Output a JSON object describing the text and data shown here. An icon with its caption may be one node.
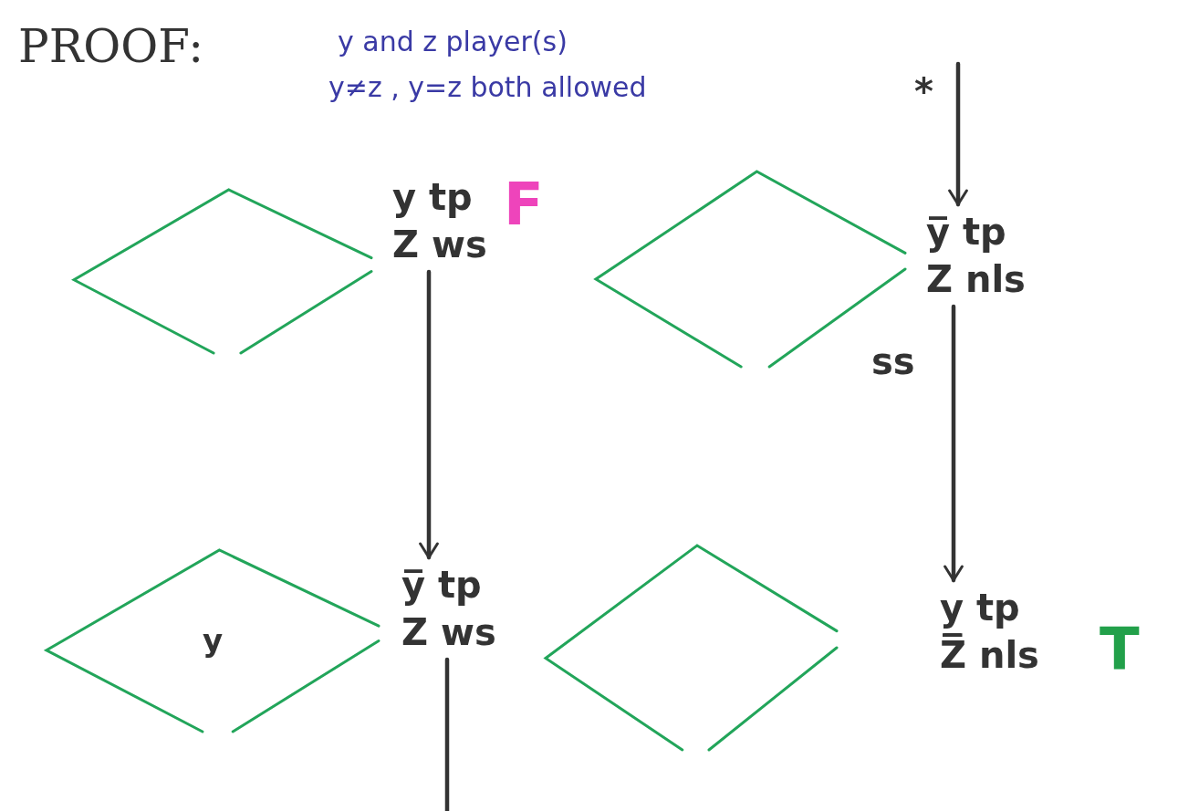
{
  "diagram": {
    "title": "PROOF:",
    "nodes": [
      {
        "text": [],
        "shape": "diamond"
      },
      {
        "text": [
          "y tp",
          "Z ws"
        ],
        "beside": [
          "F"
        ]
      },
      {
        "text": [],
        "shape": "diamond"
      },
      {
        "text": [
          "y̅ tp",
          "Z nls"
        ]
      },
      {
        "text": [
          "y"
        ]
      },
      {
        "text": [
          "y̅ tp",
          "Z ws"
        ]
      },
      {
        "text": [],
        "shape": "diamond"
      },
      {
        "text": [
          "y̲ tp",
          "Z̅ nls"
        ],
        "beside": [
          "T"
        ]
      }
    ],
    "edges": [
      {
        "from": null,
        "to": 3,
        "arrow": "to",
        "label": "*"
      },
      {
        "from": 1,
        "to": 5,
        "arrow": "to"
      },
      {
        "from": 3,
        "to": 7,
        "arrow": "to",
        "label": "ss"
      },
      {
        "from": 5,
        "to": null,
        "arrow": "none"
      }
    ],
    "labels": [
      "y and z player(s)",
      "y≠z , y=z both allowed"
    ]
  }
}
